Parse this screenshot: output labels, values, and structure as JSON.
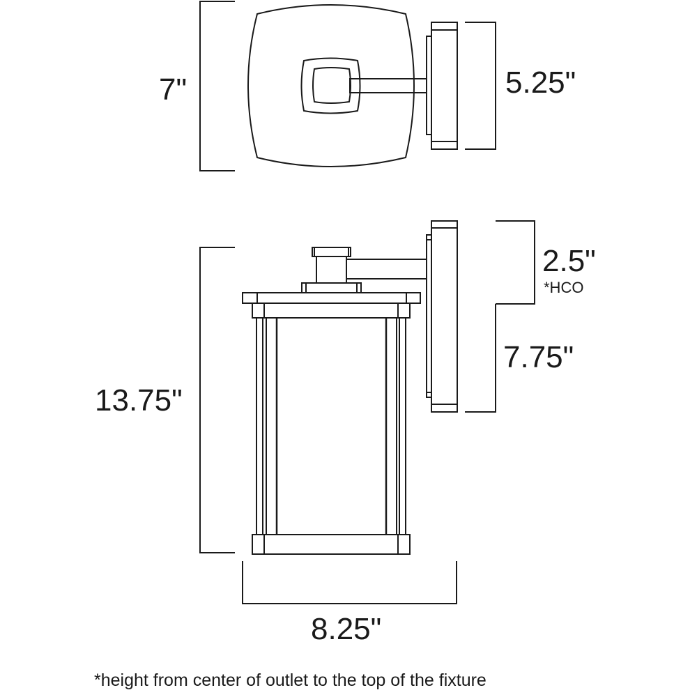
{
  "dimensions": {
    "top_height": "7\"",
    "top_backplate_height": "5.25\"",
    "hco": "2.5\"",
    "hco_note": "*HCO",
    "backplate_height": "7.75\"",
    "overall_height": "13.75\"",
    "width": "8.25\""
  },
  "footnote": "*height from center of outlet to the top of the fixture",
  "colors": {
    "line": "#1a1a1a",
    "background": "#ffffff"
  }
}
